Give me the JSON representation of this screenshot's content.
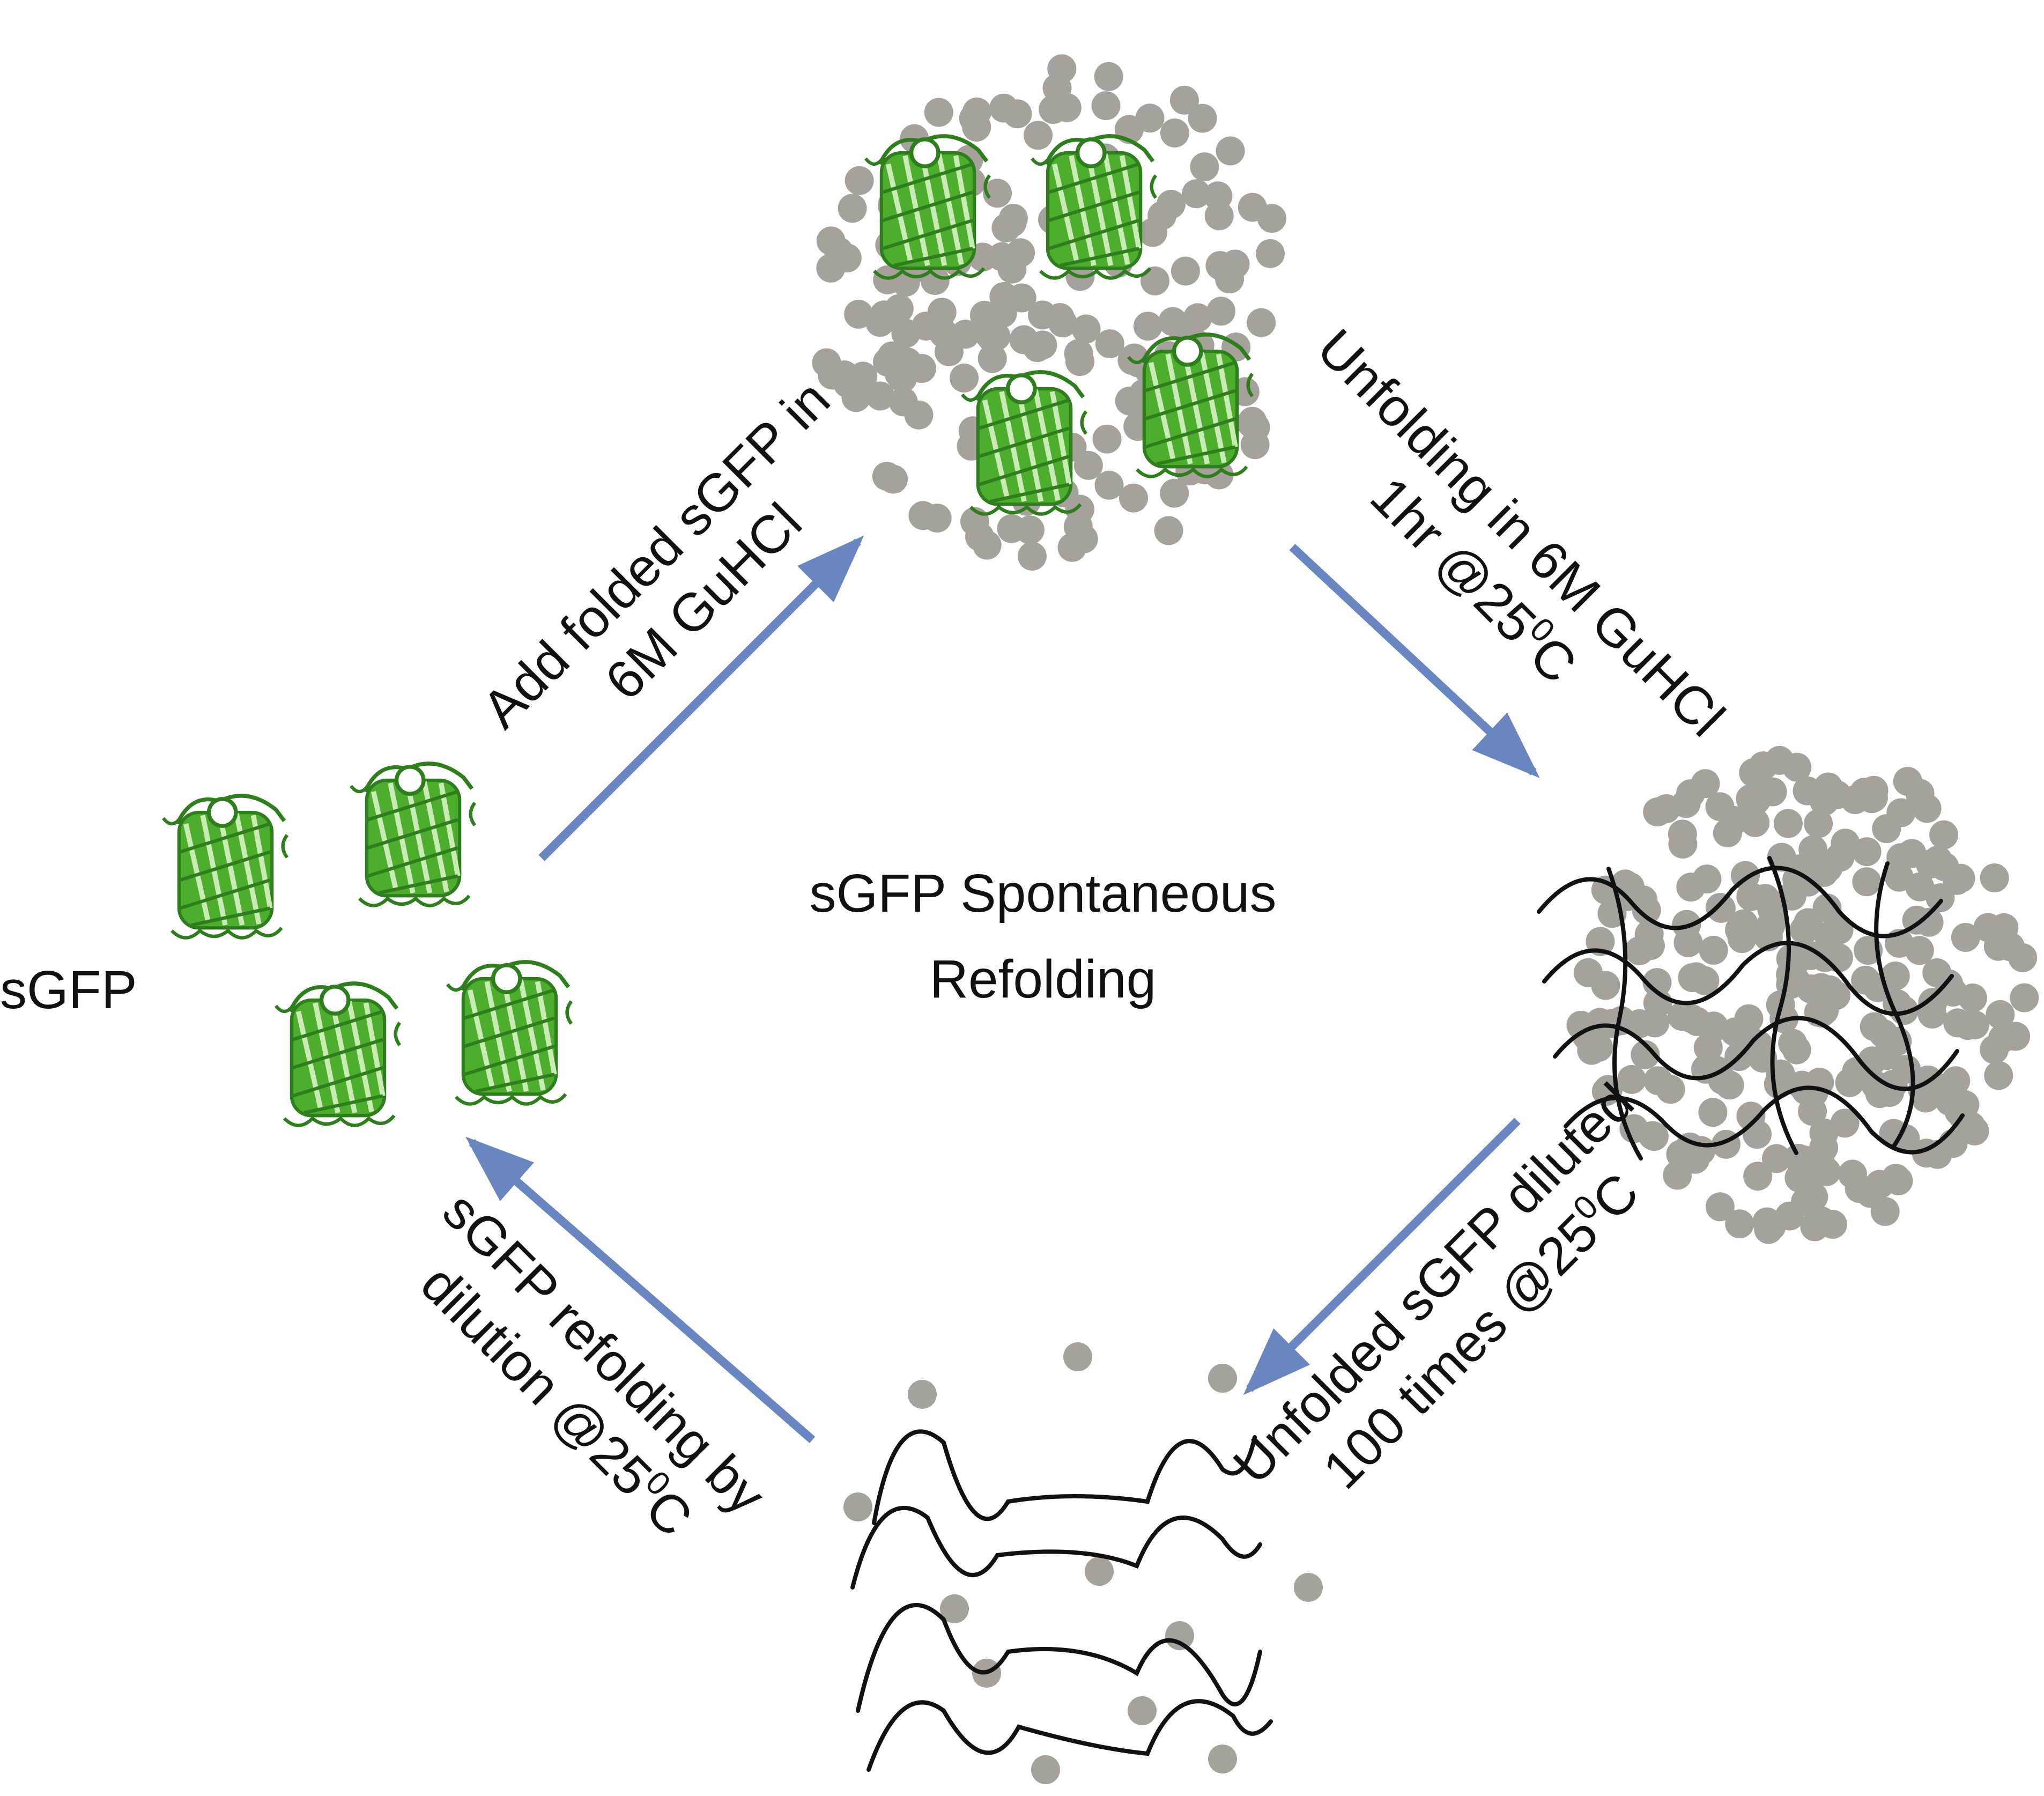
{
  "title_line1": "sGFP Spontaneous",
  "title_line2": "Refolding",
  "state_label": "sGFP",
  "steps": {
    "add": {
      "line1": "Add folded sGFP in",
      "line2": "6M GuHCl"
    },
    "unfold": {
      "line1": "Unfolding in 6M GuHCl",
      "line2_pre": "1hr @25",
      "line2_sup": "0",
      "line2_post": "C"
    },
    "dilute": {
      "line1": "Unfolded sGFP diluted",
      "line2_pre": "100 times @25",
      "line2_sup": "0",
      "line2_post": "C"
    },
    "refold": {
      "line1": "sGFP refolding by",
      "line2_pre": "dilution @25",
      "line2_sup": "0",
      "line2_post": "C"
    }
  },
  "colors": {
    "arrow": "#6a86c0",
    "particle": "#a7a19c",
    "protein": "#4dae2e",
    "protein_dark": "#2f7e1d",
    "chain": "#111111"
  },
  "icons": {
    "protein": "gfp-beta-barrel-icon",
    "particle": "guhcl-particle-icon",
    "chain": "unfolded-chain-icon"
  }
}
